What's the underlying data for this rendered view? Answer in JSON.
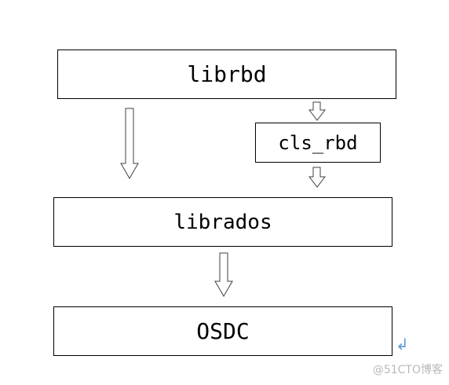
{
  "diagram": {
    "nodes": {
      "librbd": "librbd",
      "cls_rbd": "cls_rbd",
      "librados": "librados",
      "osdc": "OSDC"
    },
    "edges": [
      {
        "from": "librbd",
        "to": "librados"
      },
      {
        "from": "librbd",
        "to": "cls_rbd"
      },
      {
        "from": "cls_rbd",
        "to": "librados"
      },
      {
        "from": "librados",
        "to": "osdc"
      }
    ],
    "paragraph_mark": "↲",
    "accent_color": "#5b9bd5"
  },
  "watermark": "@51CTO博客"
}
